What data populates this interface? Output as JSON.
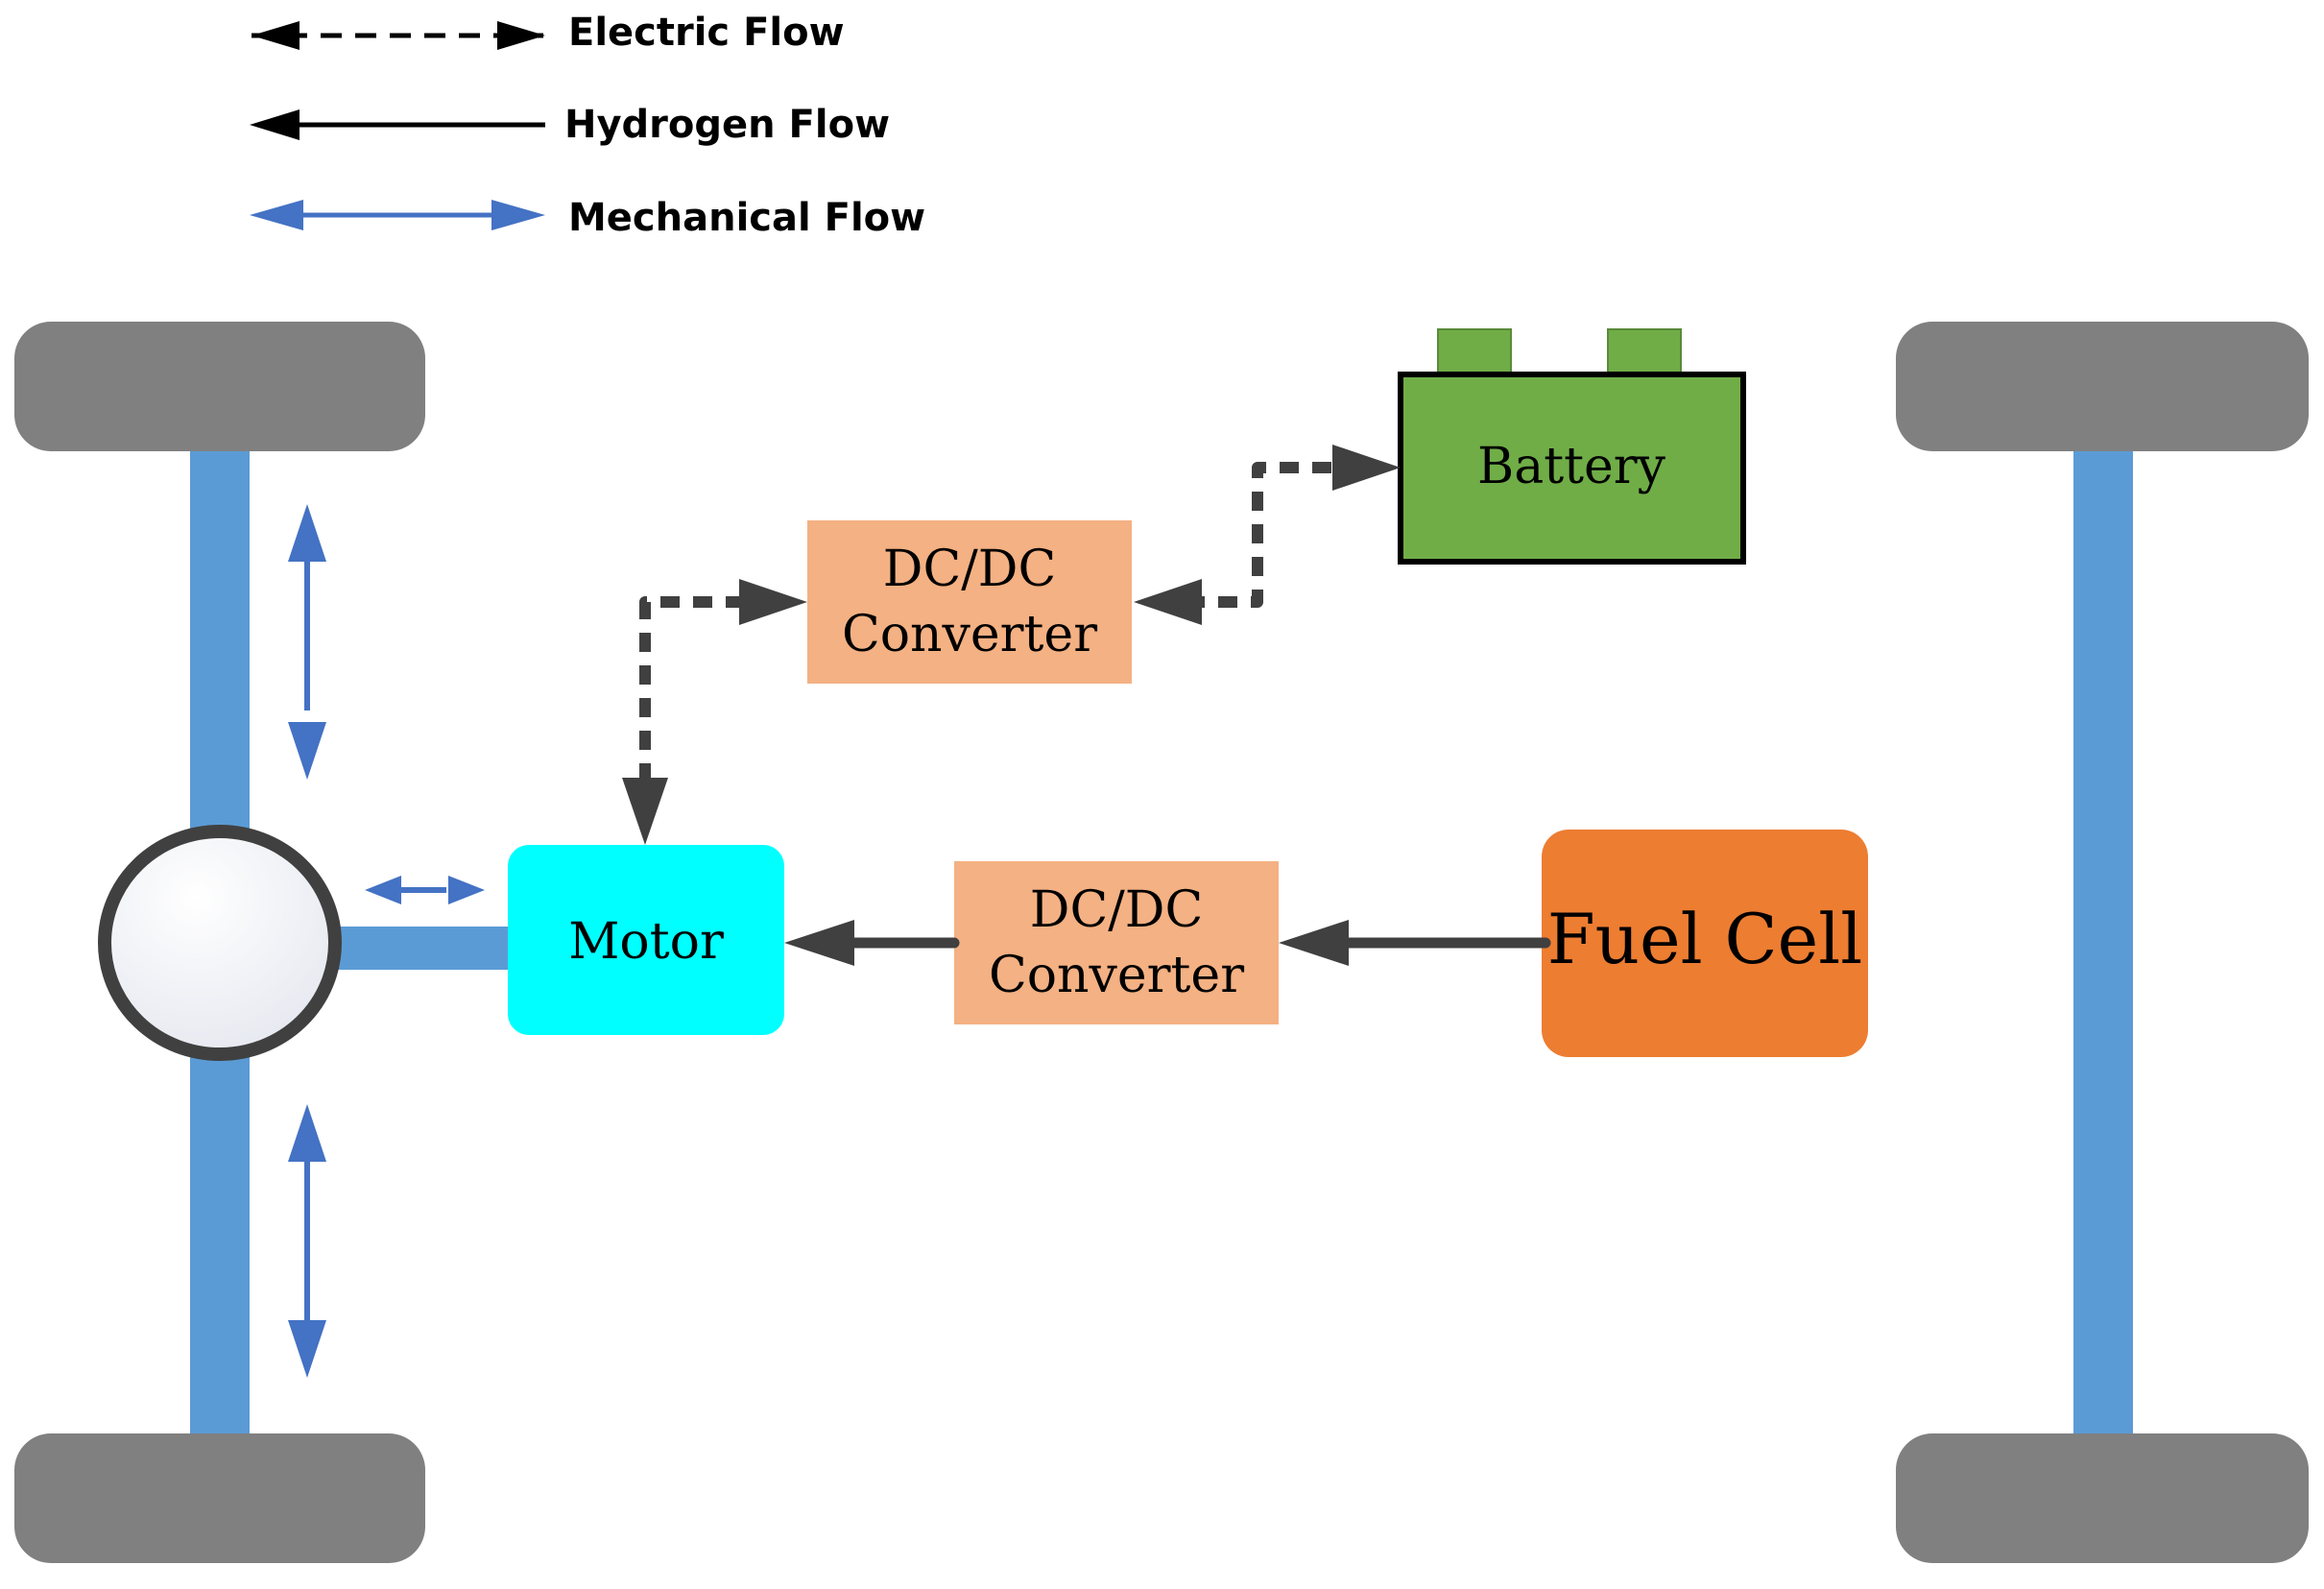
{
  "legend": {
    "electric_label": "Electric Flow",
    "hydrogen_label": "Hydrogen Flow",
    "mechanical_label": "Mechanical Flow"
  },
  "components": {
    "battery_label": "Battery",
    "converter_top_line1": "DC/DC",
    "converter_top_line2": "Converter",
    "converter_bottom_line1": "DC/DC",
    "converter_bottom_line2": "Converter",
    "motor_label": "Motor",
    "fuel_cell_label": "Fuel Cell"
  },
  "colors": {
    "axle_blue": "#5b9bd5",
    "mechanical_arrow": "#4472c4",
    "tire_gray": "#808080",
    "battery_green": "#70ad47",
    "converter_peach": "#f4b183",
    "motor_cyan": "#00ffff",
    "fuel_cell_orange": "#ed7d31",
    "flow_dark": "#404040"
  }
}
